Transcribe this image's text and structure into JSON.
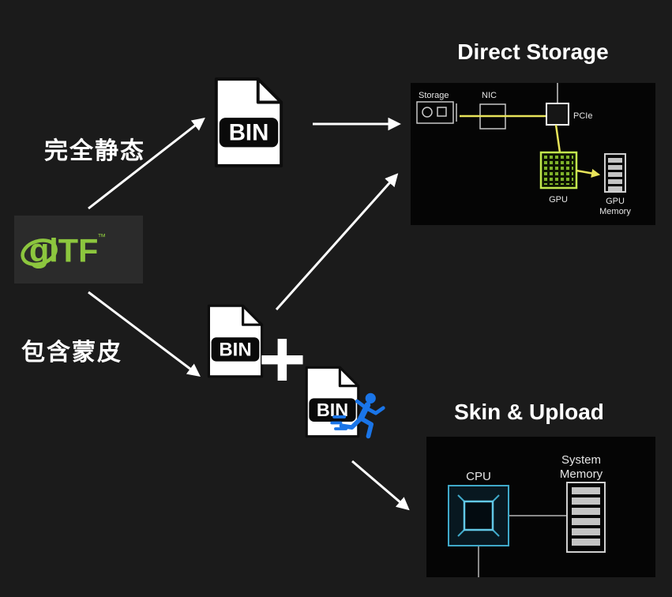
{
  "colors": {
    "gltf_green": "#8cc63e",
    "wire_yellow": "#e8e45a",
    "gpu_green": "#c3e94e",
    "cpu_teal": "#3fa9c9",
    "runner_blue": "#1a75e8",
    "arrow_white": "#ffffff"
  },
  "flow": {
    "static_label": "完全静态",
    "skinned_label": "包含蒙皮",
    "plus": "+"
  },
  "gltf_logo": {
    "text": "glTF",
    "trademark": "™"
  },
  "bin_file": {
    "label": "BIN"
  },
  "direct_storage": {
    "title": "Direct Storage",
    "storage": "Storage",
    "nic": "NIC",
    "pcie": "PCIe",
    "gpu": "GPU",
    "gpu_memory_line1": "GPU",
    "gpu_memory_line2": "Memory"
  },
  "skin_upload": {
    "title": "Skin & Upload",
    "cpu": "CPU",
    "memory_line1": "System",
    "memory_line2": "Memory"
  }
}
